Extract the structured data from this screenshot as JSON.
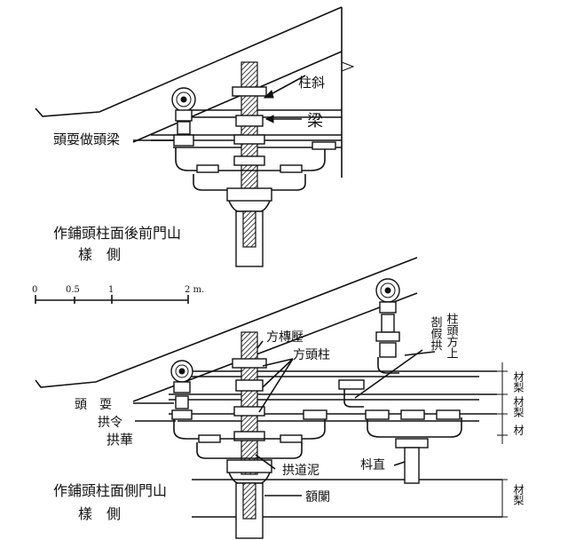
{
  "upper_diagram": {
    "caption_line1": "作鋪頭柱面後前門山",
    "caption_line2": "樣　側",
    "labels": {
      "xie_zhu": "柱斜",
      "liang": "梁",
      "tou_liang": "頭耍做頭梁"
    }
  },
  "scale_bar": {
    "ticks": [
      "0",
      "0.5",
      "1",
      "2 m."
    ]
  },
  "lower_diagram": {
    "caption_line1": "作鋪頭柱面側門山",
    "caption_line2": "樣　側",
    "labels": {
      "fang_chuan_ya": "方槫壓",
      "fang_tou_zhu": "方頭柱",
      "zhu_tou_fang_shang": "柱頭方上",
      "jia_gong_duo": "剳假拱",
      "shua_tou": "頭　耍",
      "ling_gong": "拱令",
      "gong_hua": "拱華",
      "nidao_gong": "拱道泥",
      "dou_zhi": "枓直",
      "e_fang": "額闌"
    },
    "dimension_labels": [
      "材梨",
      "材梨",
      "材",
      "材梨"
    ]
  }
}
